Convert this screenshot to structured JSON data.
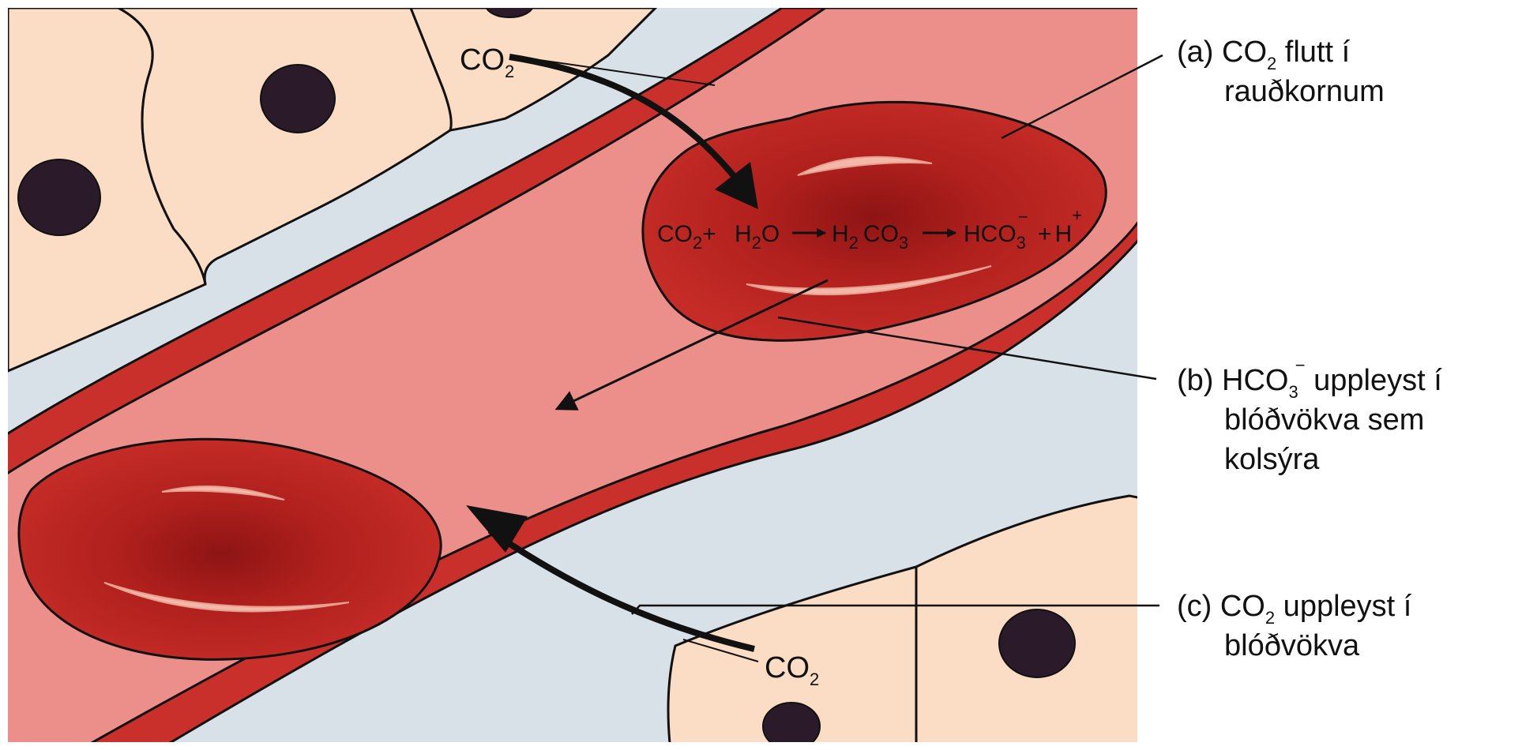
{
  "colors": {
    "interstitial": "#d9e1e8",
    "cell": "#fbdcc4",
    "nucleus": "#2a1a2a",
    "vessel_wall": "#c9302c",
    "plasma": "#ec8f8b",
    "rbc": "#c62c27",
    "rbc_dark": "#8e1414",
    "rbc_highlight": "#f4b7a8",
    "outline": "#111111"
  },
  "icons": [
    "tissue-cell-nucleus-icon",
    "red-blood-cell-icon",
    "diffusion-arrow-icon"
  ],
  "top_co2": {
    "main": "CO",
    "sub": "2"
  },
  "bottom_co2": {
    "main": "CO",
    "sub": "2"
  },
  "equation": {
    "co2": "CO",
    "co2_sub": "2",
    "plus1": "+",
    "h2o_h": "H",
    "h2o_sub": "2",
    "h2o_o": "O",
    "h2co3_h": "H",
    "h2co3_sub1": "2",
    "h2co3_co": "CO",
    "h2co3_sub2": "3",
    "hco3": "HCO",
    "hco3_sub": "3",
    "hco3_sup": "−",
    "plus2": "+",
    "h": "H",
    "h_sup": "+"
  },
  "labels": {
    "a": {
      "prefix": "(a) CO",
      "sub": "2",
      "rest": " flutt í",
      "line2": "rauðkornum"
    },
    "b": {
      "prefix": "(b) HCO",
      "sub": "3",
      "sup": "−",
      "rest": " uppleyst í",
      "line2": "blóðvökva sem",
      "line3": "kolsýra"
    },
    "c": {
      "prefix": "(c) CO",
      "sub": "2",
      "rest": " uppleyst í",
      "line2": "blóðvökva"
    }
  }
}
